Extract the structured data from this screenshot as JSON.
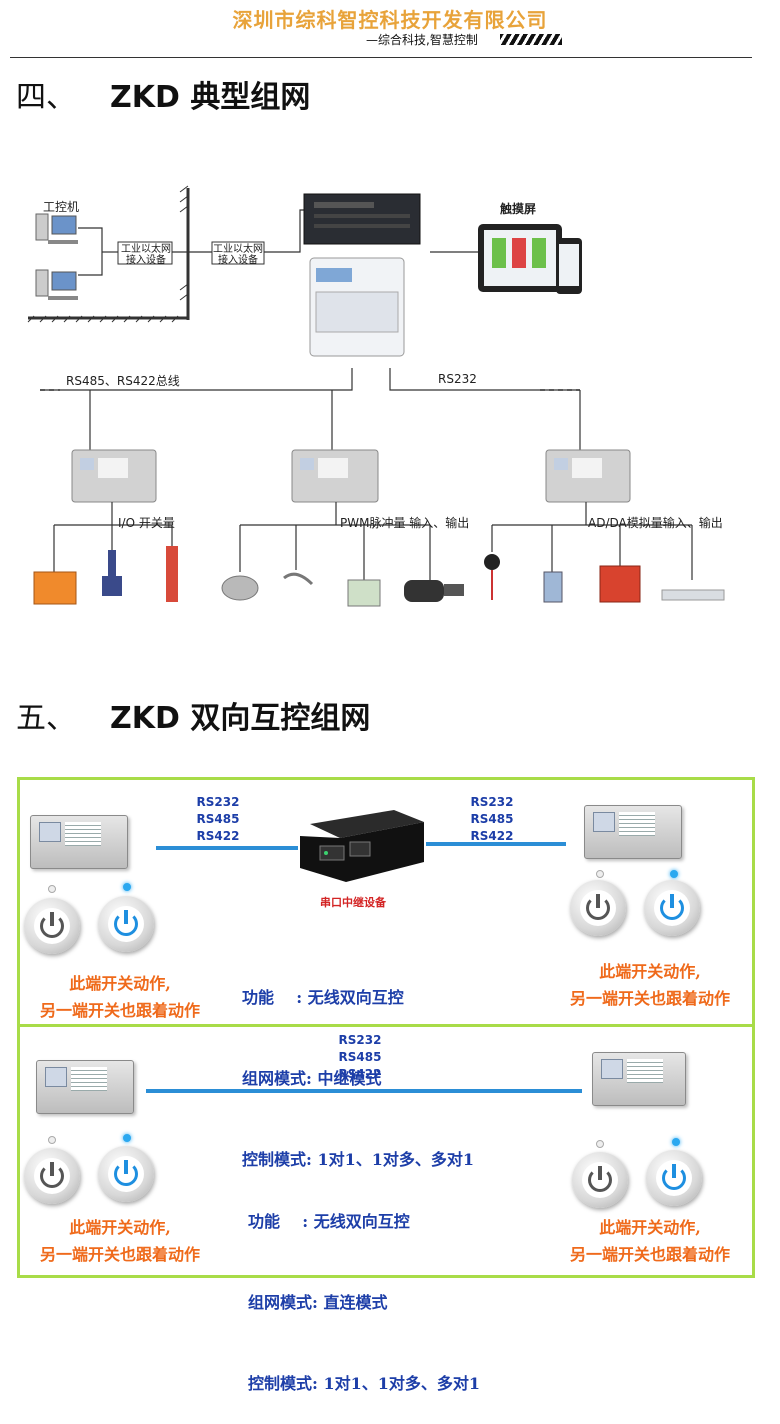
{
  "header": {
    "company": "深圳市综科智控科技开发有限公司",
    "slogan": "—综合科技,智慧控制"
  },
  "section4": {
    "num": "四、",
    "title": "ZKD 典型组网",
    "pc_label": "工控机",
    "gateway1": [
      "工业以太网",
      "接入设备"
    ],
    "gateway2": [
      "工业以太网",
      "接入设备"
    ],
    "touchscreen_label": "触摸屏",
    "bus_label": "RS485、RS422总线",
    "rs232_label": "RS232",
    "io_label": "I/O 开关量",
    "pwm_label": "PWM脉冲量 输入、输出",
    "adda_label": "AD/DA模拟量输入、输出"
  },
  "section5": {
    "num": "五、",
    "title": "ZKD 双向互控组网",
    "top": {
      "rs_left": [
        "RS232",
        "RS485",
        "RS422"
      ],
      "rs_right": [
        "RS232",
        "RS485",
        "RS422"
      ],
      "relay_label": "串口中继设备",
      "info": [
        "功能    : 无线双向互控",
        "组网模式: 中继模式",
        "控制模式: 1对1、1对多、多对1"
      ],
      "left_caption": [
        "此端开关动作,",
        "另一端开关也跟着动作"
      ],
      "right_caption": [
        "此端开关动作,",
        "另一端开关也跟着动作"
      ]
    },
    "bottom": {
      "rs_mid": [
        "RS232",
        "RS485",
        "RS422"
      ],
      "info": [
        "功能    : 无线双向互控",
        "组网模式: 直连模式",
        "控制模式: 1对1、1对多、多对1"
      ],
      "left_caption": [
        "此端开关动作,",
        "另一端开关也跟着动作"
      ],
      "right_caption": [
        "此端开关动作,",
        "另一端开关也跟着动作"
      ]
    }
  },
  "colors": {
    "brand_orange": "#e8a33a",
    "green_frame": "#a8dc48",
    "link_blue": "#2b8ed6",
    "caption_orange": "#ef6a1b",
    "info_blue": "#1d3ea8"
  }
}
